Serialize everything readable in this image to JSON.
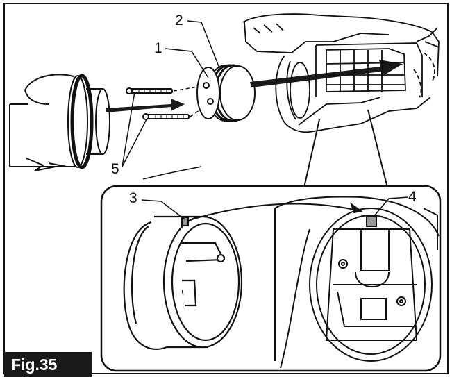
{
  "figure": {
    "label": "Fig.35",
    "callouts": [
      "1",
      "2",
      "3",
      "4",
      "5"
    ]
  },
  "colors": {
    "line": "#111111",
    "arrow": "#1a1a1a",
    "label_bg": "#1a1a1a",
    "label_text": "#ffffff"
  }
}
